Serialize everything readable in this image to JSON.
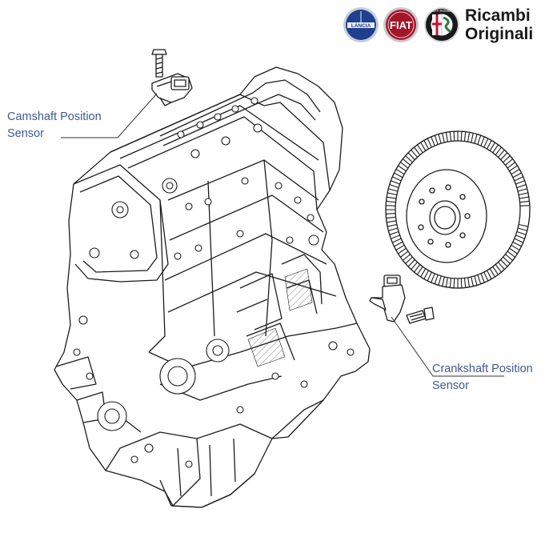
{
  "brand": {
    "line1": "Ricambi",
    "line2": "Originali",
    "logos": [
      {
        "name": "lancia-logo",
        "color": "#1f3f8f",
        "text": "LANCIA"
      },
      {
        "name": "fiat-logo",
        "color": "#a3162a",
        "text": "FIAT"
      },
      {
        "name": "alfa-romeo-logo",
        "color": "#1a1a1a",
        "text": "ALFA ROMEO"
      }
    ]
  },
  "labels": {
    "camshaft": {
      "line1": "Camshaft Position",
      "line2": "Sensor"
    },
    "crankshaft": {
      "line1": "Crankshaft Position",
      "line2": "Sensor"
    }
  },
  "colors": {
    "label_text": "#3e5a8f",
    "line_art": "#1c1c1c",
    "leader": "#333333"
  }
}
